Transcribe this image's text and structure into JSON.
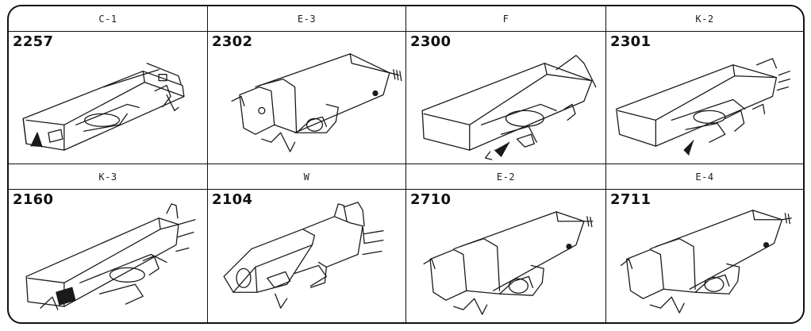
{
  "catalog": {
    "row1": {
      "headers": [
        "C-1",
        "E-3",
        "F",
        "K-2"
      ],
      "parts": [
        "2257",
        "2302",
        "2300",
        "2301"
      ]
    },
    "row2": {
      "headers": [
        "K-3",
        "W",
        "E-2",
        "E-4"
      ],
      "parts": [
        "2160",
        "2104",
        "2710",
        "2711"
      ]
    }
  },
  "icons": {
    "2257": "cartridge-c1-icon",
    "2302": "cartridge-e3-icon",
    "2300": "cartridge-f-icon",
    "2301": "cartridge-k2-icon",
    "2160": "cartridge-k3-icon",
    "2104": "cartridge-w-icon",
    "2710": "cartridge-e2-icon",
    "2711": "cartridge-e4-icon"
  }
}
